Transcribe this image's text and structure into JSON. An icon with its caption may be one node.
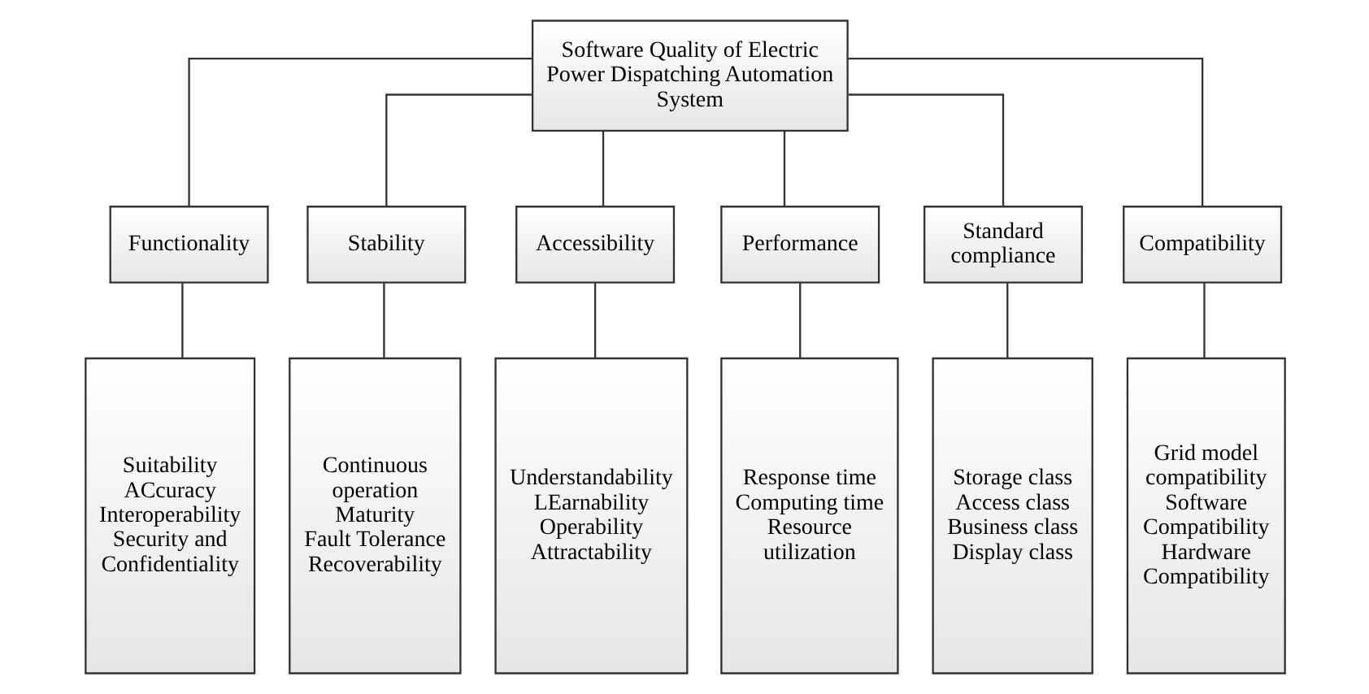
{
  "diagram": {
    "nodes": [
      {
        "text": [
          "Software Quality of Electric Power Dispatching Automation System"
        ]
      },
      {
        "text": [
          "Functionality"
        ]
      },
      {
        "text": [
          "Stability"
        ]
      },
      {
        "text": [
          "Accessibility"
        ]
      },
      {
        "text": [
          "Performance"
        ]
      },
      {
        "text": [
          "Standard compliance"
        ]
      },
      {
        "text": [
          "Compatibility"
        ]
      },
      {
        "text": [
          "Suitability",
          "ACcuracy",
          "Interoperability",
          "Security and Confidentiality"
        ]
      },
      {
        "text": [
          "Continuous operation",
          "Maturity",
          "Fault Tolerance",
          "Recoverability"
        ]
      },
      {
        "text": [
          "Understandability",
          "LEarnability",
          "Operability",
          "Attractability"
        ]
      },
      {
        "text": [
          "Response time",
          "Computing time",
          "Resource utilization"
        ]
      },
      {
        "text": [
          "Storage class",
          "Access class",
          "Business class",
          "Display class"
        ]
      },
      {
        "text": [
          "Grid model compatibility",
          "Software Compatibility",
          "Hardware Compatibility"
        ]
      }
    ],
    "edges": [
      {
        "from": 0,
        "to": 1,
        "arrow": "none"
      },
      {
        "from": 0,
        "to": 2,
        "arrow": "none"
      },
      {
        "from": 0,
        "to": 3,
        "arrow": "none"
      },
      {
        "from": 0,
        "to": 4,
        "arrow": "none"
      },
      {
        "from": 0,
        "to": 5,
        "arrow": "none"
      },
      {
        "from": 0,
        "to": 6,
        "arrow": "none"
      },
      {
        "from": 1,
        "to": 7,
        "arrow": "none"
      },
      {
        "from": 2,
        "to": 8,
        "arrow": "none"
      },
      {
        "from": 3,
        "to": 9,
        "arrow": "none"
      },
      {
        "from": 4,
        "to": 10,
        "arrow": "none"
      },
      {
        "from": 5,
        "to": 11,
        "arrow": "none"
      },
      {
        "from": 6,
        "to": 12,
        "arrow": "none"
      }
    ]
  }
}
